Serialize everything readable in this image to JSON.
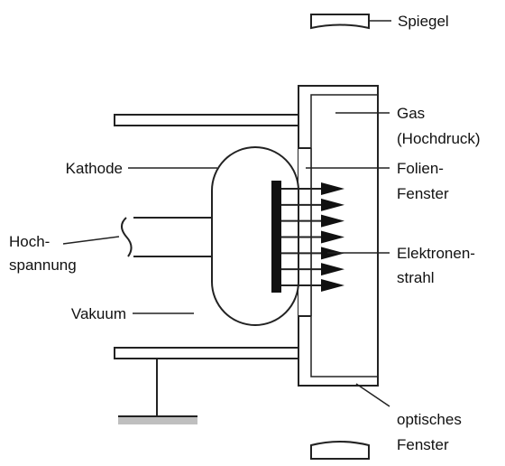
{
  "labels": {
    "mirror": "Spiegel",
    "gas_line1": "Gas",
    "gas_line2": "(Hochdruck)",
    "cathode": "Kathode",
    "foil_line1": "Folien-",
    "foil_line2": "Fenster",
    "hv_line1": "Hoch-",
    "hv_line2": "spannung",
    "beam_line1": "Elektronen-",
    "beam_line2": "strahl",
    "vacuum": "Vakuum",
    "optical_line1": "optisches",
    "optical_line2": "Fenster"
  },
  "beam": {
    "arrow_count": 7
  },
  "colors": {
    "stroke": "#222222",
    "fill": "#ffffff",
    "ground": "#bfbfbf",
    "foil": "#111111"
  }
}
